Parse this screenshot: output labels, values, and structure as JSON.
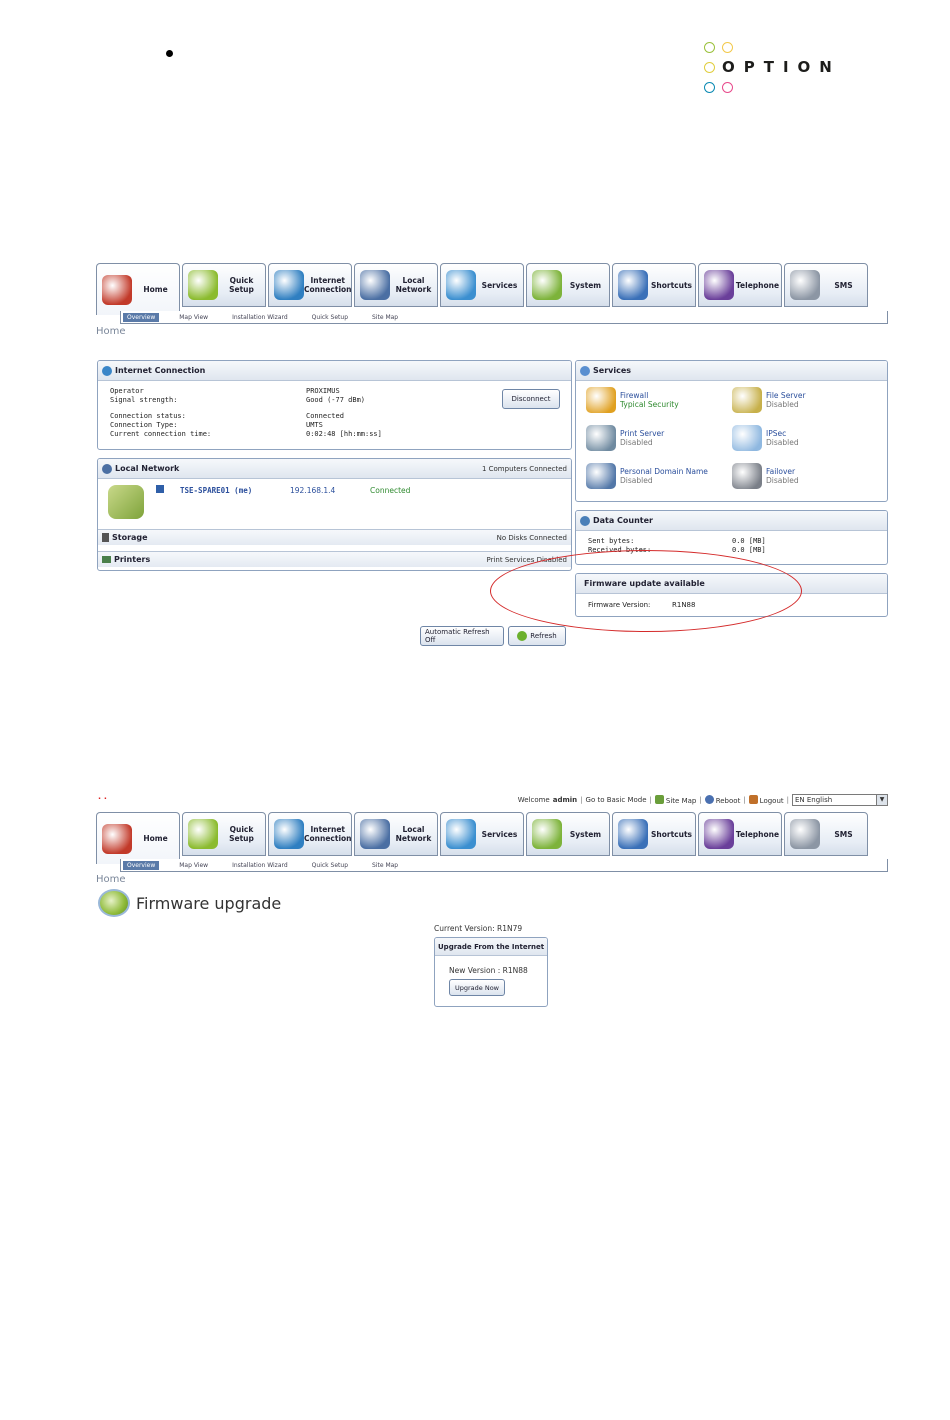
{
  "logo": {
    "text": "OPTION",
    "dot_colors": [
      "#9bc13c",
      "#f2c94c",
      "#e0ce3f",
      "#0b8ab3",
      "#e84a8c",
      "#e39bc8"
    ]
  },
  "colors": {
    "accent": "#5a7aa8",
    "link": "#2b4f9c",
    "ok": "#2f8a2f",
    "annotation": "#d42a2a"
  },
  "nav": {
    "tabs": [
      {
        "label": "Home",
        "icon": "home-icon",
        "color": "#c23a2a"
      },
      {
        "label": "Quick\nSetup",
        "icon": "lightning-icon",
        "color": "#8bbb2e"
      },
      {
        "label": "Internet\nConnection",
        "icon": "globe-icon",
        "color": "#2f7fc1"
      },
      {
        "label": "Local\nNetwork",
        "icon": "computers-icon",
        "color": "#4b6fa3"
      },
      {
        "label": "Services",
        "icon": "services-icon",
        "color": "#3b8fd0"
      },
      {
        "label": "System",
        "icon": "system-icon",
        "color": "#7db33a"
      },
      {
        "label": "Shortcuts",
        "icon": "tools-icon",
        "color": "#3a70b8"
      },
      {
        "label": "Telephone",
        "icon": "telephone-icon",
        "color": "#6a3f9a"
      },
      {
        "label": "SMS",
        "icon": "sms-icon",
        "color": "#8c96a4"
      }
    ],
    "subnav": [
      "Overview",
      "Map View",
      "Installation Wizard",
      "Quick Setup",
      "Site Map"
    ]
  },
  "shot1": {
    "breadcrumb": "Home",
    "internet": {
      "title": "Internet Connection",
      "labels": [
        "Operator",
        "Signal strength:",
        "Connection status:",
        "Connection Type:",
        "Current connection time:"
      ],
      "values": [
        "PROXIMUS",
        "Good (-77 dBm)",
        "Connected",
        "UMTS",
        "0:02:48 [hh:mm:ss]"
      ],
      "disconnect_label": "Disconnect"
    },
    "local": {
      "title": "Local Network",
      "summary": "1 Computers Connected",
      "host": "TSE-SPARE01 (me)",
      "ip": "192.168.1.4",
      "status": "Connected",
      "storage_title": "Storage",
      "storage_status": "No Disks Connected",
      "printers_title": "Printers",
      "printers_status": "Print Services Disabled"
    },
    "services": {
      "title": "Services",
      "items": [
        {
          "name": "Firewall",
          "state": "Typical Security",
          "icon": "firewall-icon",
          "color": "#e0a020",
          "on": true
        },
        {
          "name": "File Server",
          "state": "Disabled",
          "icon": "file-server-icon",
          "color": "#c7b04a",
          "on": false
        },
        {
          "name": "Print Server",
          "state": "Disabled",
          "icon": "printer-icon",
          "color": "#6f8aa0",
          "on": false
        },
        {
          "name": "IPSec",
          "state": "Disabled",
          "icon": "cloud-icon",
          "color": "#8fb8e0",
          "on": false
        },
        {
          "name": "Personal Domain Name",
          "state": "Disabled",
          "icon": "domain-icon",
          "color": "#5277a8",
          "on": false
        },
        {
          "name": "Failover",
          "state": "Disabled",
          "icon": "usb-modem-icon",
          "color": "#7a7f88",
          "on": false
        }
      ]
    },
    "data_counter": {
      "title": "Data Counter",
      "labels": [
        "Sent bytes:",
        "Received bytes:"
      ],
      "values": [
        "0.0 [MB]",
        "0.0 [MB]"
      ]
    },
    "firmware": {
      "title": "Firmware update available",
      "label": "Firmware Version:",
      "value": "R1N88"
    },
    "refresh_auto_label": "Automatic Refresh Off",
    "refresh_label": "Refresh"
  },
  "shot2": {
    "topbar": {
      "welcome": "Welcome",
      "user": "admin",
      "basic_mode": "Go to Basic Mode",
      "site_map": "Site Map",
      "reboot": "Reboot",
      "logout": "Logout",
      "language": "EN English"
    },
    "breadcrumb": "Home",
    "title": "Firmware upgrade",
    "current_version": "Current Version: R1N79",
    "box_title": "Upgrade From the Internet",
    "new_version": "New Version : R1N88",
    "upgrade_label": "Upgrade Now"
  }
}
